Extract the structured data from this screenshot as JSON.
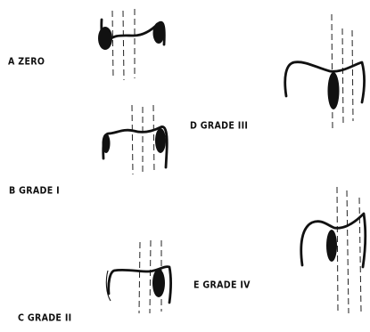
{
  "panels": [
    {
      "id": "A",
      "label": "A ZERO"
    },
    {
      "id": "B",
      "label": "B GRADE I"
    },
    {
      "id": "C",
      "label": "C GRADE II"
    },
    {
      "id": "D",
      "label": "D GRADE III"
    },
    {
      "id": "E",
      "label": "E GRADE IV"
    }
  ]
}
